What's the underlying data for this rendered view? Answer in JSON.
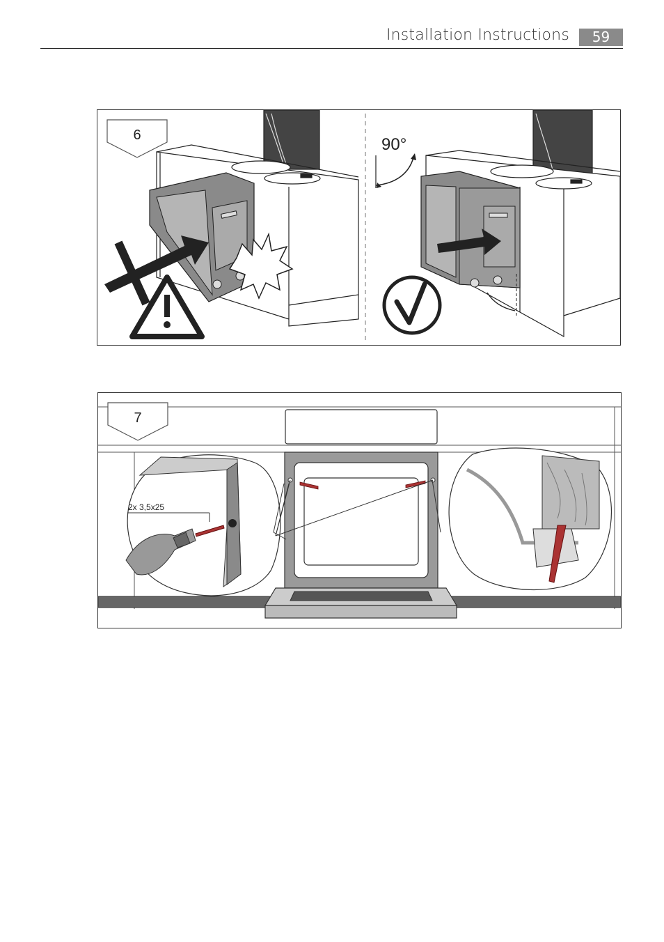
{
  "header": {
    "title": "Installation Instructions",
    "page_number": "59"
  },
  "figure6": {
    "step_label": "6",
    "angle_label": "90°"
  },
  "figure7": {
    "step_label": "7",
    "screw_label": "2x 3,5x25"
  }
}
